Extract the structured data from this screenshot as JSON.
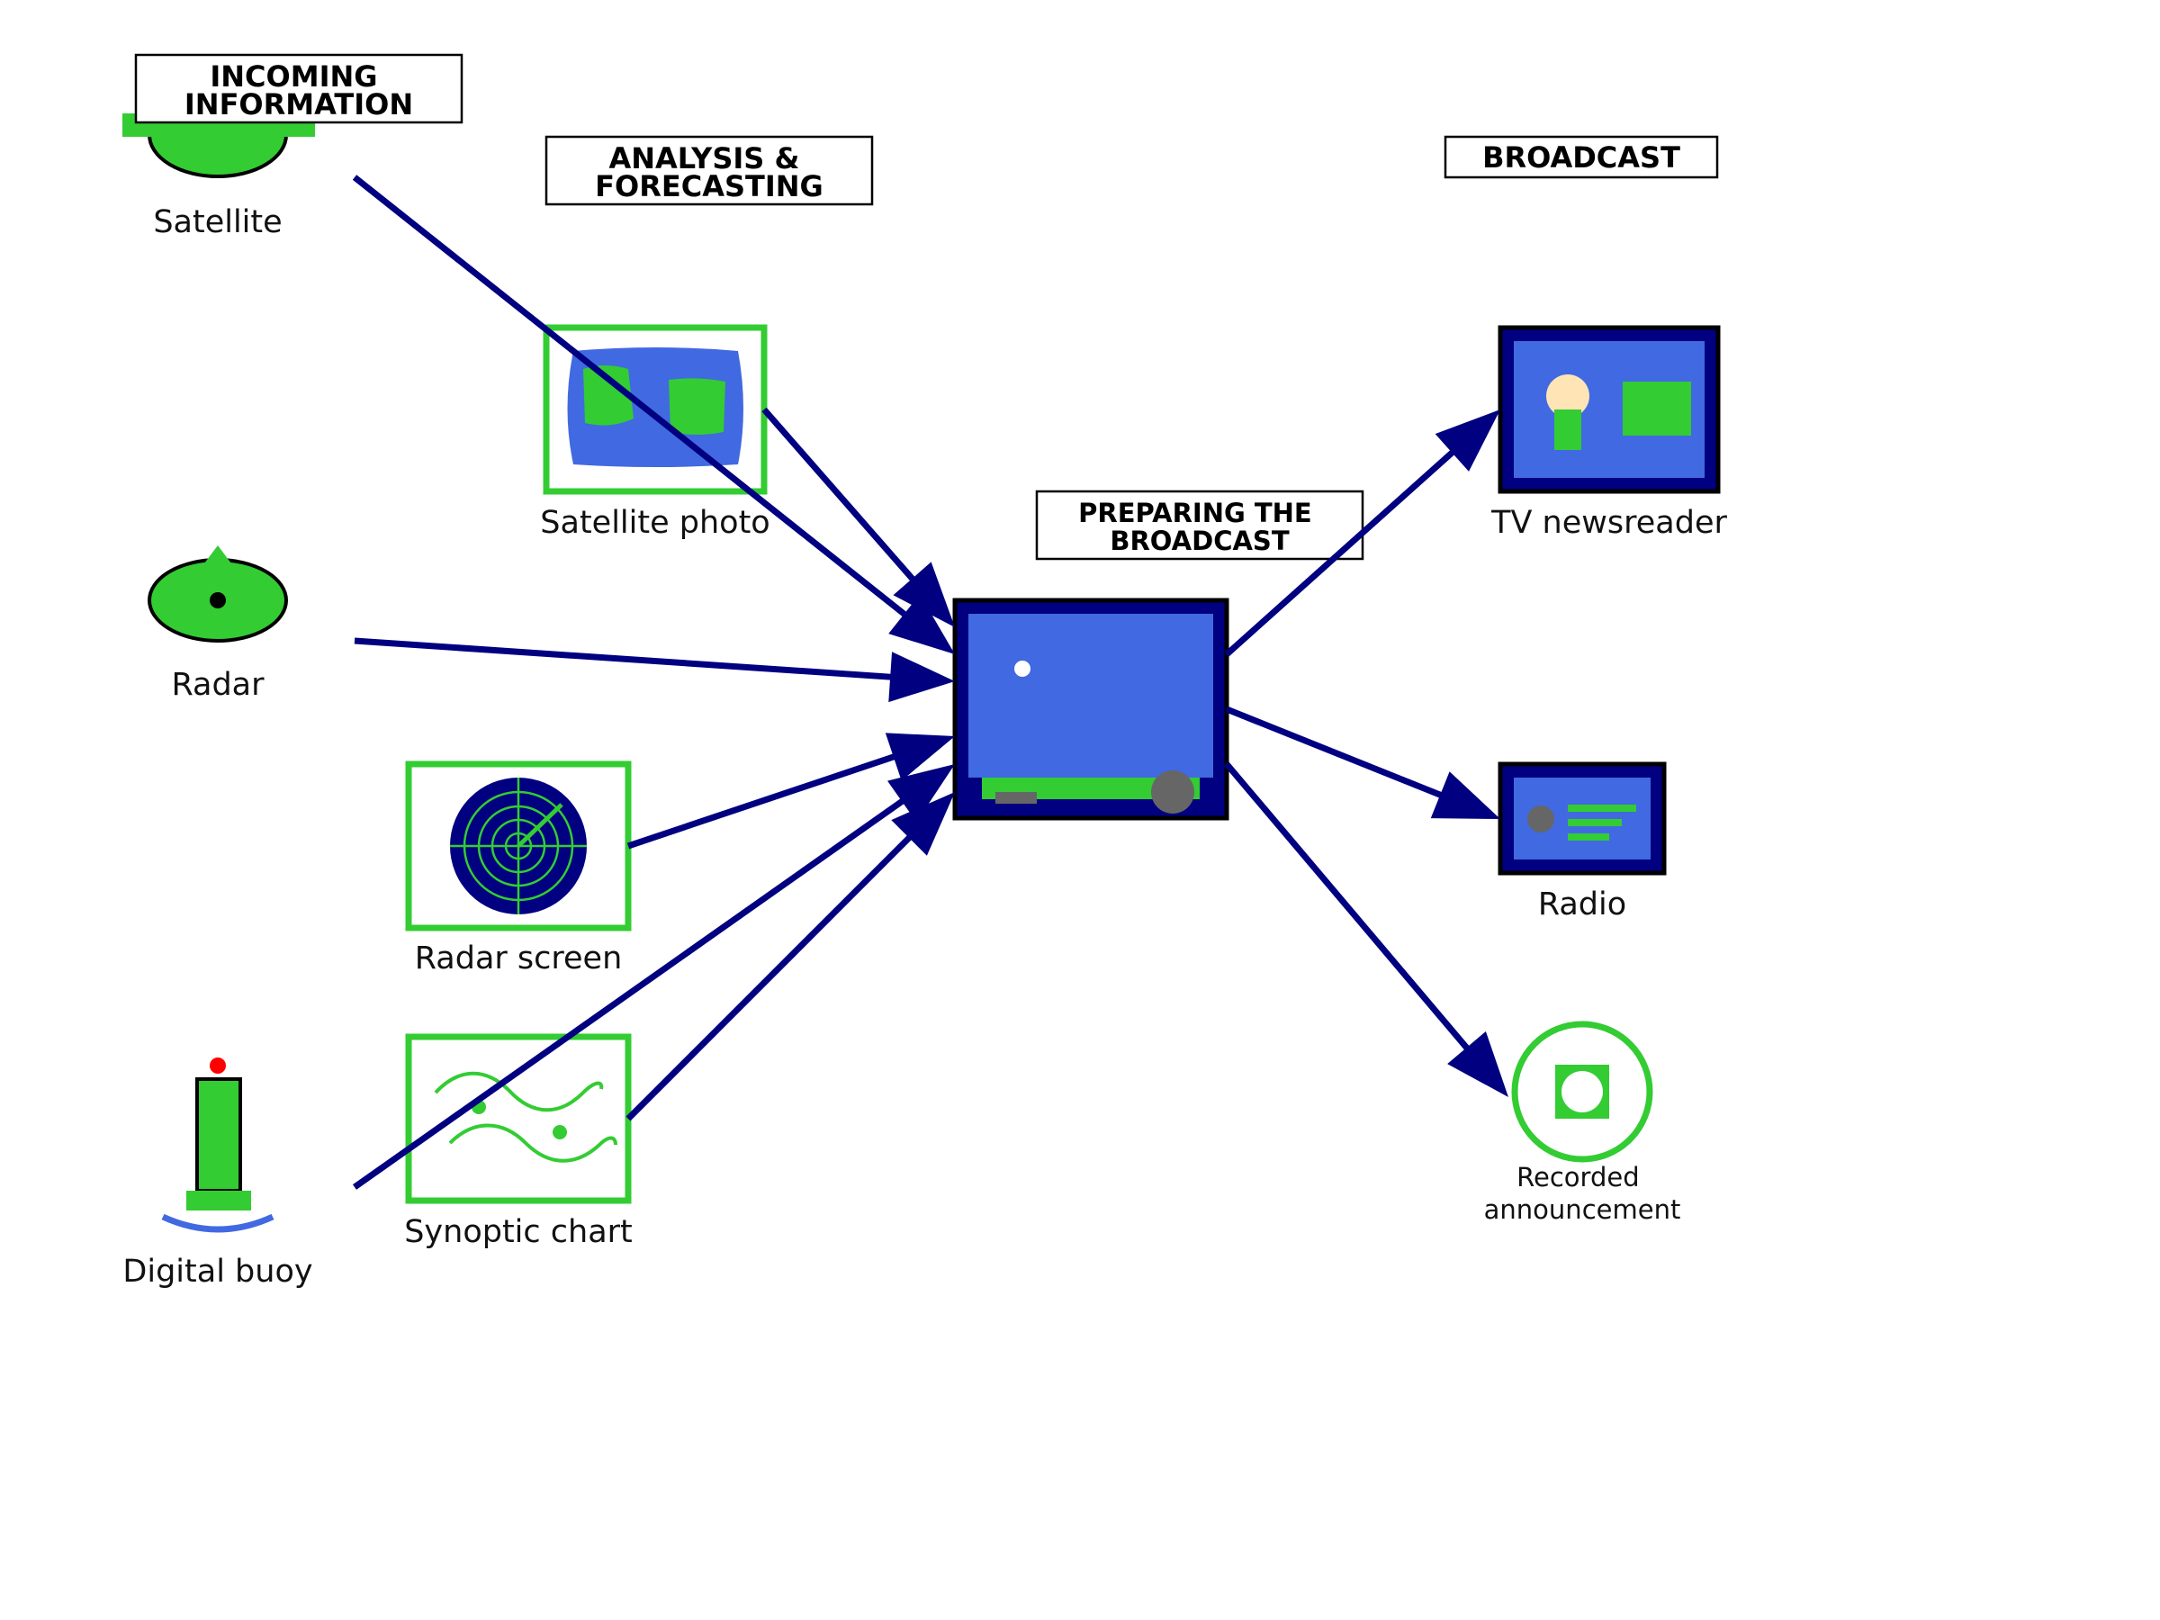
{
  "colors": {
    "navy": "#000080",
    "royal_blue": "#4169e1",
    "green": "#33cc33",
    "grey": "#666666",
    "red": "#ff0000",
    "skin": "#ffe4b5",
    "white": "#ffffff"
  },
  "headers": {
    "incoming": [
      "INCOMING",
      "INFORMATION"
    ],
    "analysis": [
      "ANALYSIS &",
      "FORECASTING"
    ],
    "preparing": [
      "PREPARING THE",
      "BROADCAST"
    ],
    "broadcast": [
      "BROADCAST"
    ]
  },
  "labels": {
    "satellite": "Satellite",
    "radar": "Radar",
    "digital_buoy": "Digital buoy",
    "satellite_photo": "Satellite photo",
    "radar_screen": "Radar screen",
    "synoptic_chart": "Synoptic chart",
    "tv_newsreader": "TV newsreader",
    "radio": "Radio",
    "recorded_announcement": [
      "Recorded",
      "announcement"
    ]
  },
  "icons": {
    "satellite": "satellite-dish-icon",
    "radar": "radar-dome-icon",
    "digital_buoy": "buoy-icon",
    "satellite_photo": "satellite-photo-icon",
    "radar_screen": "radar-screen-icon",
    "synoptic_chart": "synoptic-chart-icon",
    "preparing": "studio-monitor-icon",
    "tv_newsreader": "tv-icon",
    "radio": "radio-icon",
    "recorded_announcement": "speaker-icon"
  },
  "connections": [
    {
      "from": "satellite",
      "to": "preparing"
    },
    {
      "from": "radar",
      "to": "preparing"
    },
    {
      "from": "digital_buoy",
      "to": "preparing"
    },
    {
      "from": "satellite_photo",
      "to": "preparing"
    },
    {
      "from": "radar_screen",
      "to": "preparing"
    },
    {
      "from": "synoptic_chart",
      "to": "preparing"
    },
    {
      "from": "preparing",
      "to": "tv_newsreader"
    },
    {
      "from": "preparing",
      "to": "radio"
    },
    {
      "from": "preparing",
      "to": "recorded_announcement"
    }
  ]
}
